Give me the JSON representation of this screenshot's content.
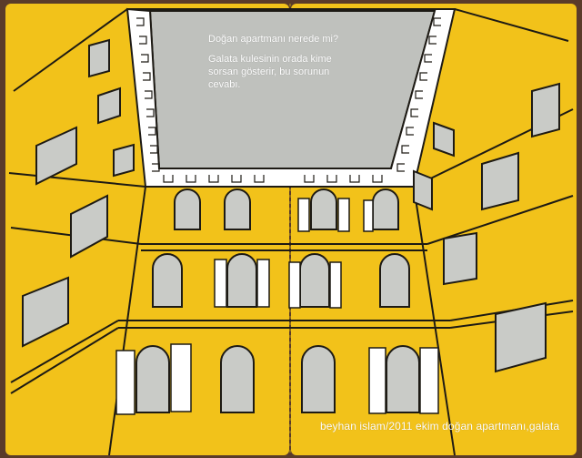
{
  "caption": {
    "question": "Doğan apartmanı nerede mi?",
    "answer_lines": [
      "Galata kulesinin orada kime",
      "sorsan gösterir, bu sorunun",
      "cevabı."
    ],
    "credit": "beyhan islam/2011 ekim doğan apartmanı,galata"
  },
  "colors": {
    "paper": "#f2c21a",
    "sky": "#bfc1bd",
    "ink": "#1d1a14",
    "cover": "#5a3b2a",
    "text": "#ffffff"
  }
}
